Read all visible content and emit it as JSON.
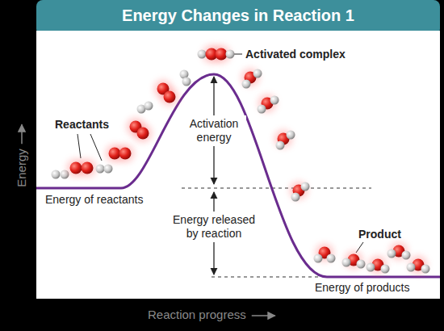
{
  "diagram": {
    "title": "Energy Changes in Reaction 1",
    "labels": [
      "Activated complex",
      "Reactants",
      "Activation energy",
      "Energy of reactants",
      "Energy released by reaction",
      "Product",
      "Energy of products",
      "Energy",
      "Reaction progress"
    ]
  }
}
